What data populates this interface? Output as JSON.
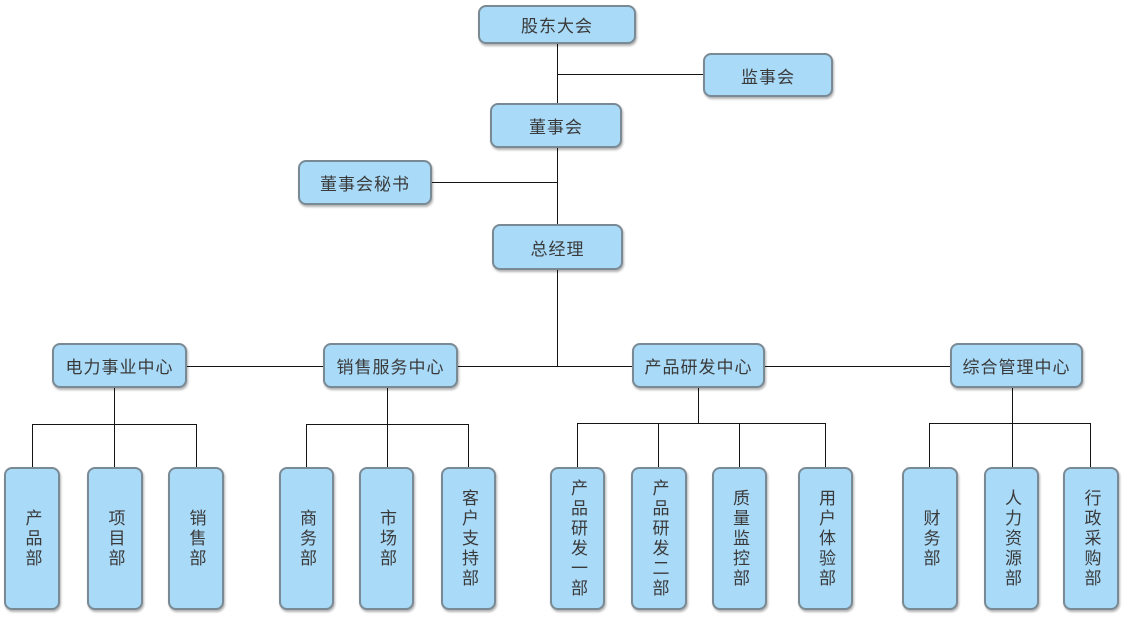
{
  "org": {
    "nodes": {
      "shareholders": {
        "label": "股东大会"
      },
      "supervisory_board": {
        "label": "监事会"
      },
      "board_of_directors": {
        "label": "董事会"
      },
      "board_secretary": {
        "label": "董事会秘书"
      },
      "general_manager": {
        "label": "总经理"
      }
    },
    "centers": [
      {
        "label": "电力事业中心",
        "departments": [
          "产品部",
          "项目部",
          "销售部"
        ]
      },
      {
        "label": "销售服务中心",
        "departments": [
          "商务部",
          "市场部",
          "客户支持部"
        ]
      },
      {
        "label": "产品研发中心",
        "departments": [
          "产品研发一部",
          "产品研发二部",
          "质量监控部",
          "用户体验部"
        ]
      },
      {
        "label": "综合管理中心",
        "departments": [
          "财务部",
          "人力资源部",
          "行政采购部"
        ]
      }
    ],
    "colors": {
      "node_fill": "#A9DAF8",
      "node_border": "#7A8A94",
      "connector": "#141414",
      "text": "#3A3A3A",
      "background": "#FFFFFF"
    }
  }
}
